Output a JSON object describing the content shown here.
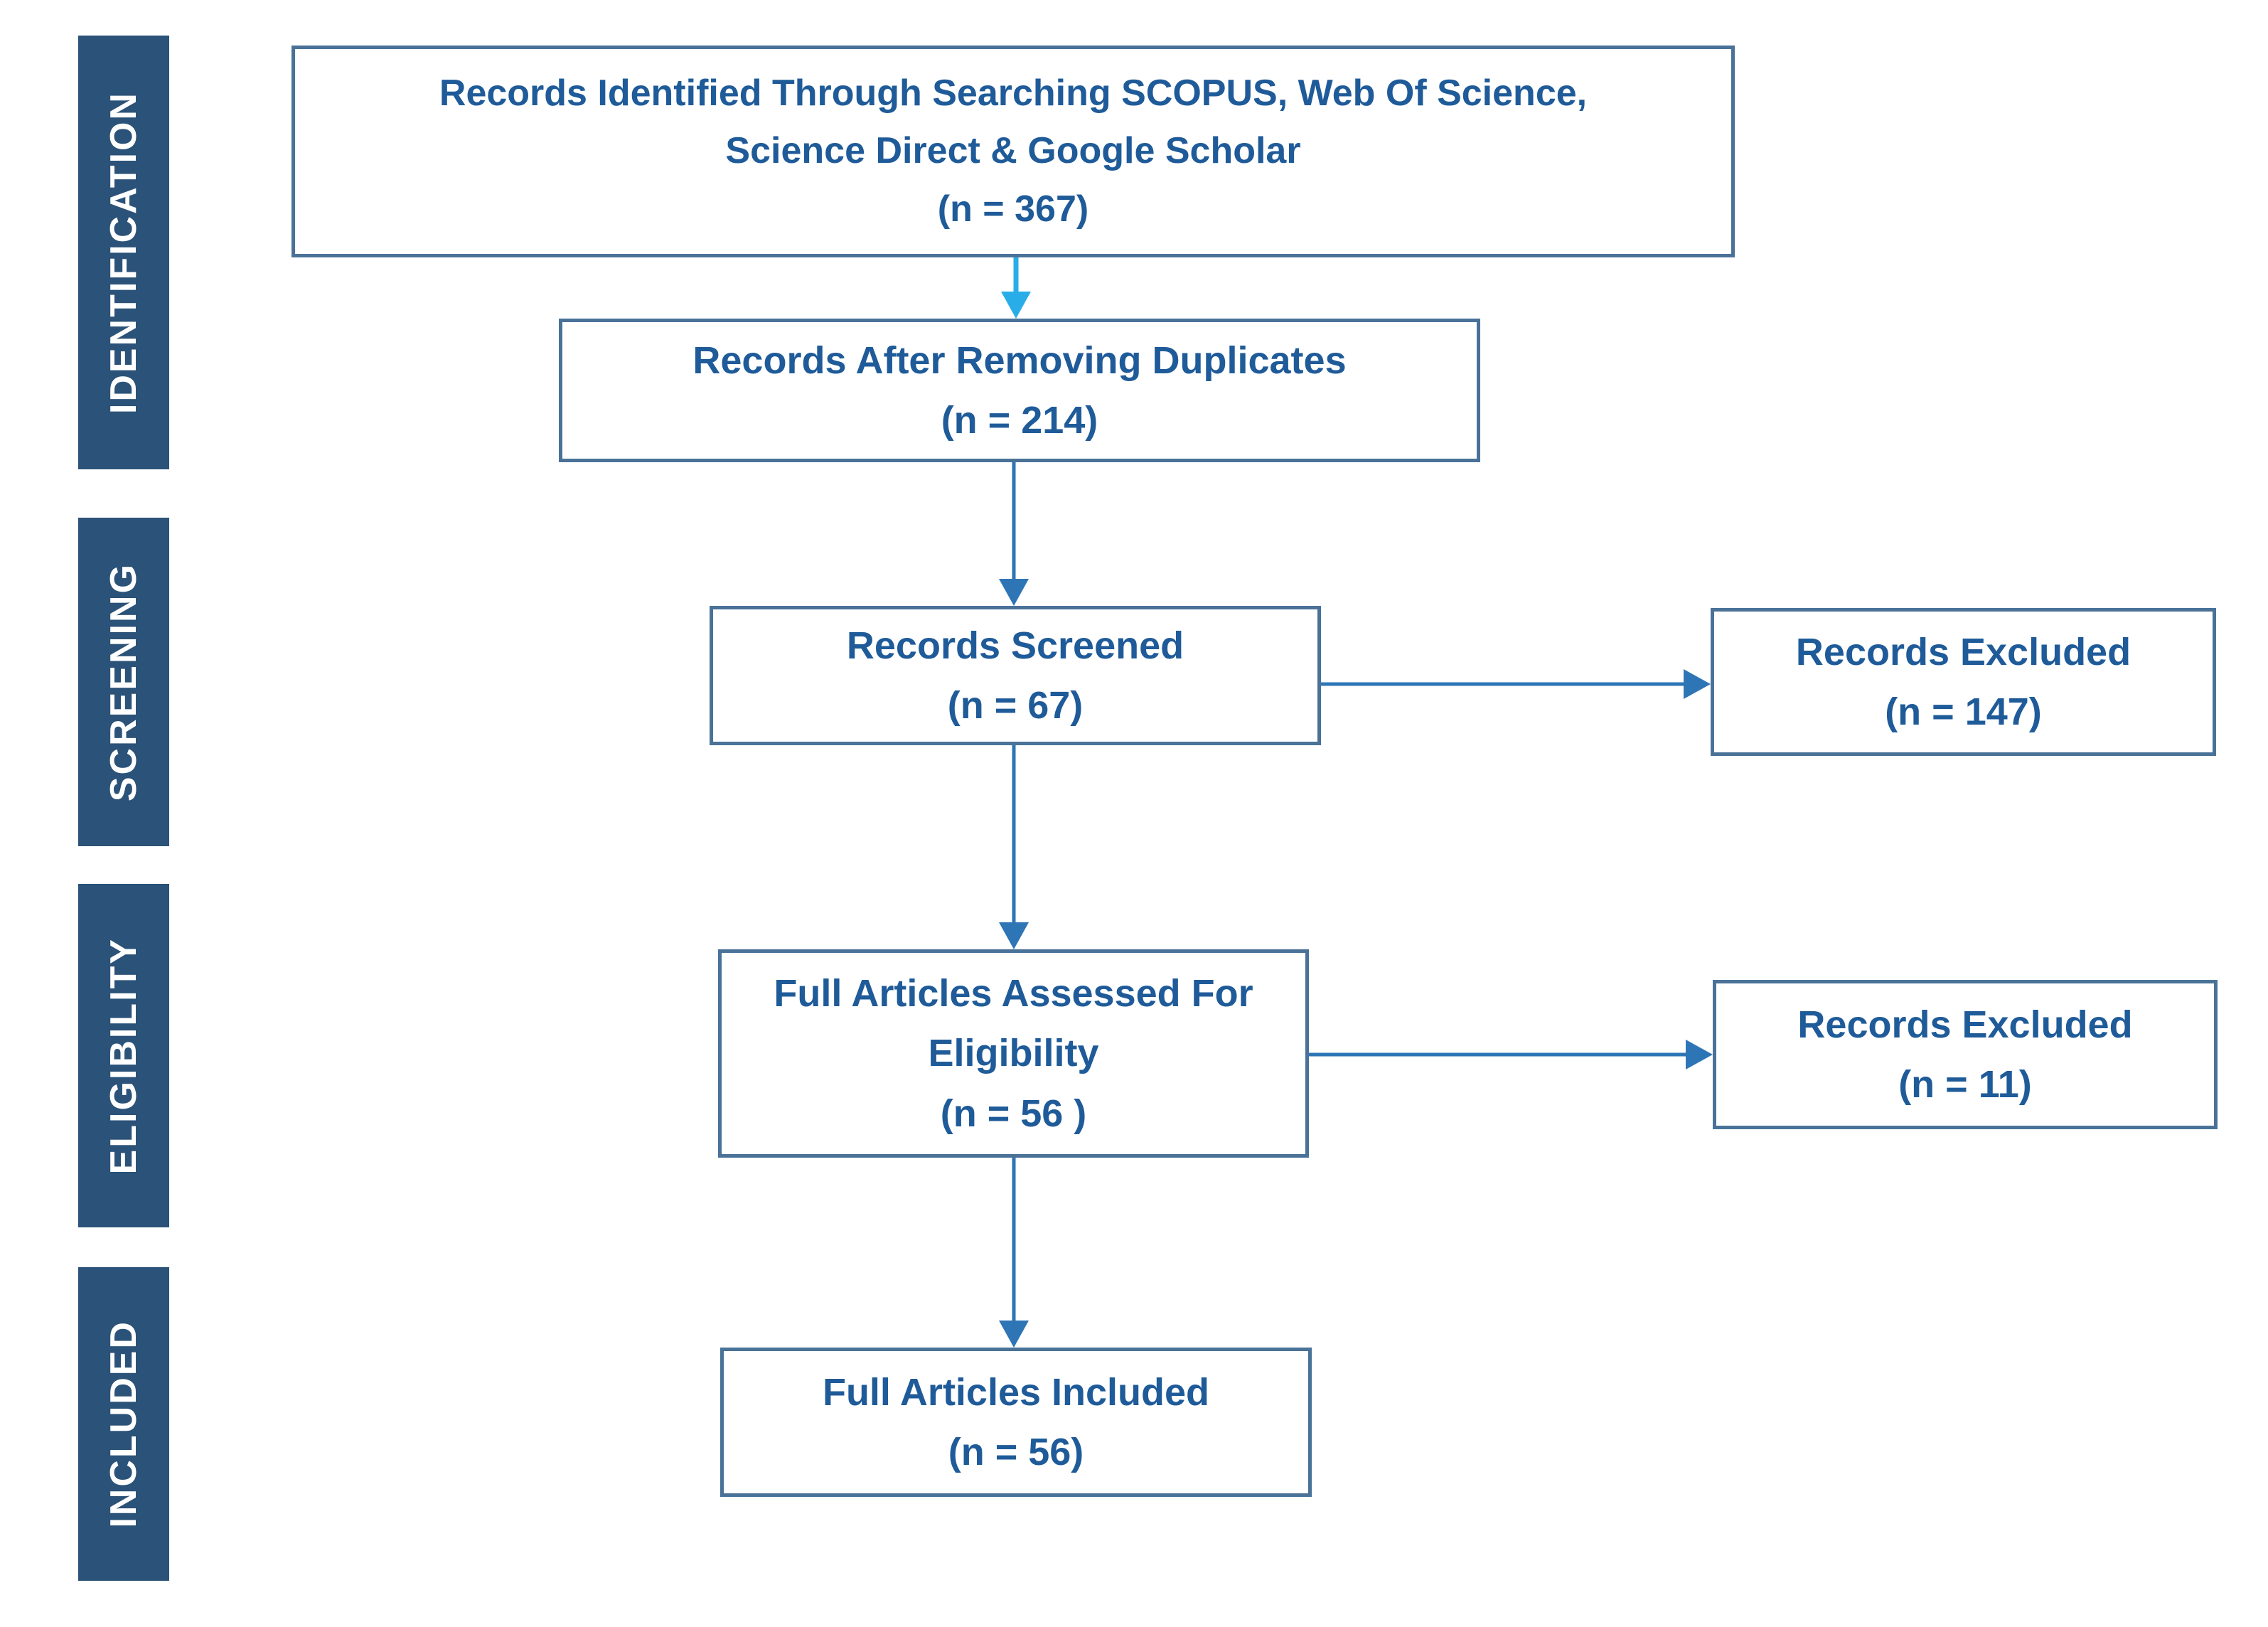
{
  "diagram_type": "prisma-flowchart",
  "colors": {
    "background": "#FFFFFF",
    "sidebar_fill": "#2B5278",
    "sidebar_text": "#FFFFFF",
    "box_border": "#4A7298",
    "box_text": "#1F5B99",
    "arrow": "#2E75B6",
    "arrow_accent": "#29ADE9"
  },
  "stages": [
    {
      "id": "identification",
      "label": "IDENTIFICATION"
    },
    {
      "id": "screening",
      "label": "SCREENING"
    },
    {
      "id": "eligibility",
      "label": "ELIGIBILITY"
    },
    {
      "id": "included",
      "label": "INCLUDED"
    }
  ],
  "nodes": {
    "identified": {
      "title_lines": [
        "Records Identified Through Searching SCOPUS, Web Of Science,",
        "Science Direct & Google Scholar"
      ],
      "count": "(n = 367)"
    },
    "deduplicated": {
      "title_lines": [
        "Records After Removing Duplicates"
      ],
      "count": "(n = 214)"
    },
    "screened": {
      "title_lines": [
        "Records Screened"
      ],
      "count": "(n = 67)"
    },
    "excluded_screening": {
      "title_lines": [
        "Records Excluded"
      ],
      "count": "(n = 147)"
    },
    "eligibility": {
      "title_lines": [
        "Full Articles Assessed For",
        "Eligibility"
      ],
      "count": "(n = 56 )"
    },
    "excluded_eligibility": {
      "title_lines": [
        "Records Excluded"
      ],
      "count": "(n = 11)"
    },
    "included": {
      "title_lines": [
        "Full Articles Included"
      ],
      "count": "(n = 56)"
    }
  },
  "edges": [
    {
      "from": "identified",
      "to": "deduplicated",
      "style": "accent",
      "direction": "down"
    },
    {
      "from": "deduplicated",
      "to": "screened",
      "direction": "down"
    },
    {
      "from": "screened",
      "to": "excluded_screening",
      "direction": "right"
    },
    {
      "from": "screened",
      "to": "eligibility",
      "direction": "down"
    },
    {
      "from": "eligibility",
      "to": "excluded_eligibility",
      "direction": "right"
    },
    {
      "from": "eligibility",
      "to": "included",
      "direction": "down"
    }
  ]
}
